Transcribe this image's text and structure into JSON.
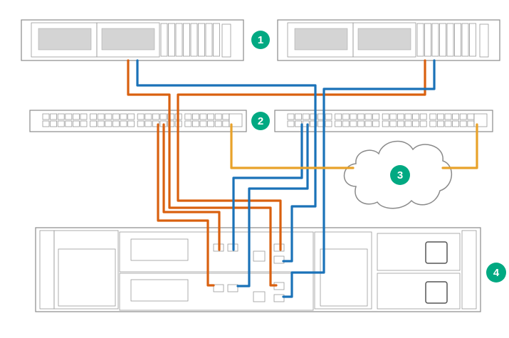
{
  "colors": {
    "orange_cable": "#d9600f",
    "blue_cable": "#1a72b8",
    "yellow_cable": "#e8a22a",
    "badge": "#01a982"
  },
  "callouts": [
    {
      "label": "1",
      "target": "servers"
    },
    {
      "label": "2",
      "target": "switches"
    },
    {
      "label": "3",
      "target": "network-cloud"
    },
    {
      "label": "4",
      "target": "storage-array"
    }
  ]
}
